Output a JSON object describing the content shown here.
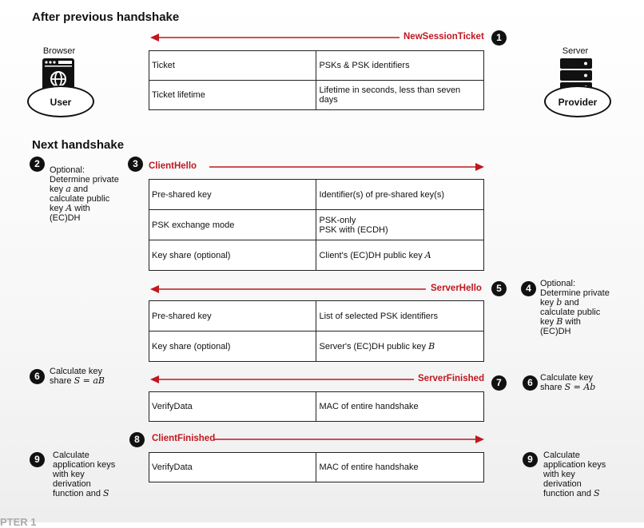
{
  "headings": {
    "previous": "After previous handshake",
    "next": "Next handshake"
  },
  "actors": {
    "browser_label": "Browser",
    "user_label": "User",
    "server_label": "Server",
    "provider_label": "Provider"
  },
  "messages": {
    "new_session_ticket": "NewSessionTicket",
    "client_hello": "ClientHello",
    "server_hello": "ServerHello",
    "server_finished": "ServerFinished",
    "client_finished": "ClientFinished"
  },
  "steps": {
    "s1": "1",
    "s2": "2",
    "s3": "3",
    "s4": "4",
    "s5": "5",
    "s6a": "6",
    "s6b": "6",
    "s7": "7",
    "s8": "8",
    "s9a": "9",
    "s9b": "9"
  },
  "tables": {
    "ticket": [
      [
        "Ticket",
        "PSKs & PSK identifiers"
      ],
      [
        "Ticket lifetime",
        "Lifetime in seconds, less than seven days"
      ]
    ],
    "client_hello": [
      [
        "Pre-shared key",
        "Identifier(s) of pre-shared key(s)"
      ],
      [
        "PSK exchange mode",
        "PSK-only\nPSK with (ECDH)"
      ],
      [
        "Key share (optional)",
        "Client's (EC)DH public key "
      ]
    ],
    "server_hello": [
      [
        "Pre-shared key",
        "List of selected PSK identifiers"
      ],
      [
        "Key share (optional)",
        "Server's (EC)DH public key "
      ]
    ],
    "server_finished": [
      [
        "VerifyData",
        "MAC of entire handshake"
      ]
    ],
    "client_finished": [
      [
        "VerifyData",
        "MAC of entire handshake"
      ]
    ]
  },
  "notes": {
    "client_optional": {
      "l1": "Optional:",
      "l2": "Determine private",
      "l3a": "key ",
      "l3b": "a",
      "l3c": " and",
      "l4": "calculate public",
      "l5a": "key ",
      "l5b": "A",
      "l5c": " with",
      "l6": "(EC)DH"
    },
    "server_optional": {
      "l1": "Optional:",
      "l2": "Determine private",
      "l3a": "key ",
      "l3b": "b",
      "l3c": " and",
      "l4": "calculate public",
      "l5a": "key ",
      "l5b": "B",
      "l5c": " with",
      "l6": "(EC)DH"
    },
    "client_keyshare": {
      "l1": "Calculate key",
      "l2a": "share ",
      "l2b": "S = aB"
    },
    "server_keyshare": {
      "l1": "Calculate key",
      "l2a": "share ",
      "l2b": "S = Ab"
    },
    "app_keys": {
      "l1": "Calculate",
      "l2": "application keys",
      "l3": "with key",
      "l4": "derivation",
      "l5a": "function and ",
      "l5b": "S"
    }
  },
  "math": {
    "A": "A",
    "B": "B"
  },
  "footer": "PTER 1"
}
